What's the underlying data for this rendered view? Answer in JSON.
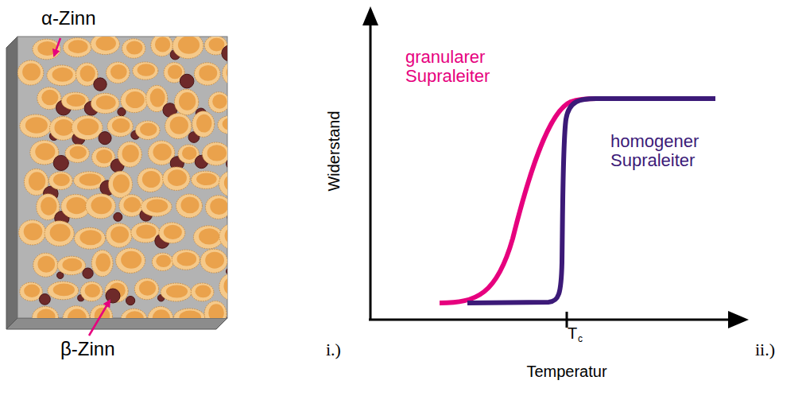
{
  "diagram": {
    "labels": [
      "α-Zinn",
      "β-Zinn",
      "i.)",
      "Widerstand",
      "granularer Supraleiter",
      "homogener Supraleiter",
      "T",
      "c",
      "Temperatur",
      "ii.)"
    ]
  }
}
